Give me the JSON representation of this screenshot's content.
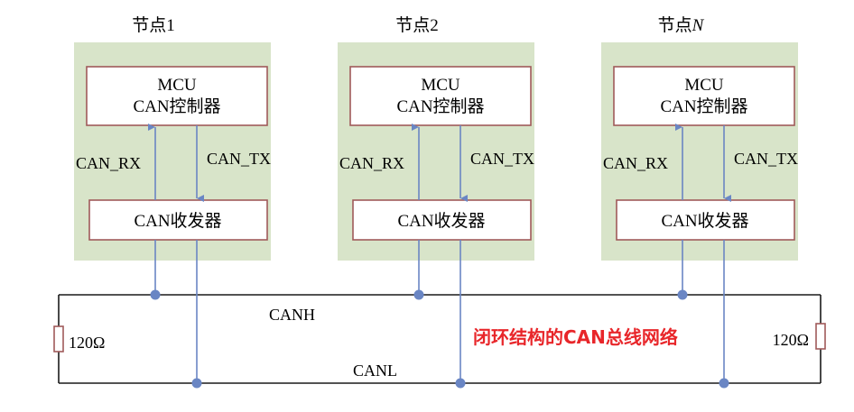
{
  "diagram": {
    "caption": "闭环结构的CAN总线网络",
    "colors": {
      "node_bg": "#d8e4c9",
      "box_border": "#a05a5a",
      "signal_line": "#6a86c4",
      "junction": "#6a86c4",
      "bus_line": "#1a1a1a",
      "caption": "#e8262a"
    },
    "nodes": [
      {
        "title_prefix": "节点",
        "title_suffix": "1",
        "suffix_italic": false,
        "controller_line1": "MCU",
        "controller_line2": "CAN控制器",
        "transceiver": "CAN收发器",
        "rx_label": "CAN_RX",
        "tx_label": "CAN_TX"
      },
      {
        "title_prefix": "节点",
        "title_suffix": "2",
        "suffix_italic": false,
        "controller_line1": "MCU",
        "controller_line2": "CAN控制器",
        "transceiver": "CAN收发器",
        "rx_label": "CAN_RX",
        "tx_label": "CAN_TX"
      },
      {
        "title_prefix": "节点",
        "title_suffix": "N",
        "suffix_italic": true,
        "controller_line1": "MCU",
        "controller_line2": "CAN控制器",
        "transceiver": "CAN收发器",
        "rx_label": "CAN_RX",
        "tx_label": "CAN_TX"
      }
    ],
    "bus": {
      "high_label": "CANH",
      "low_label": "CANL",
      "left_resistor": "120Ω",
      "right_resistor": "120Ω"
    }
  }
}
